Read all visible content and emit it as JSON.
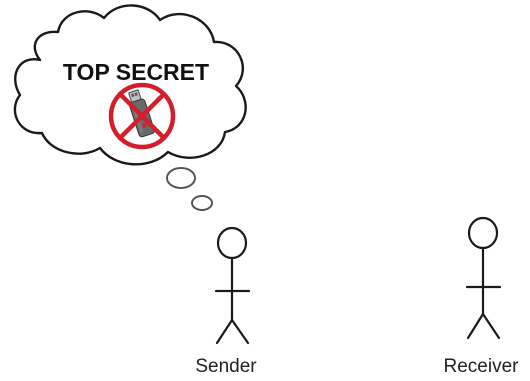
{
  "cloud": {
    "title": "TOP SECRET"
  },
  "icons": {
    "prohibited_item": "usb-flash-drive-icon",
    "prohibition": "no-sign-icon"
  },
  "people": {
    "sender": {
      "label": "Sender"
    },
    "receiver": {
      "label": "Receiver"
    }
  },
  "colors": {
    "outline": "#1a1a1a",
    "prohibition": "#d21f2b",
    "drive_body": "#666666"
  }
}
